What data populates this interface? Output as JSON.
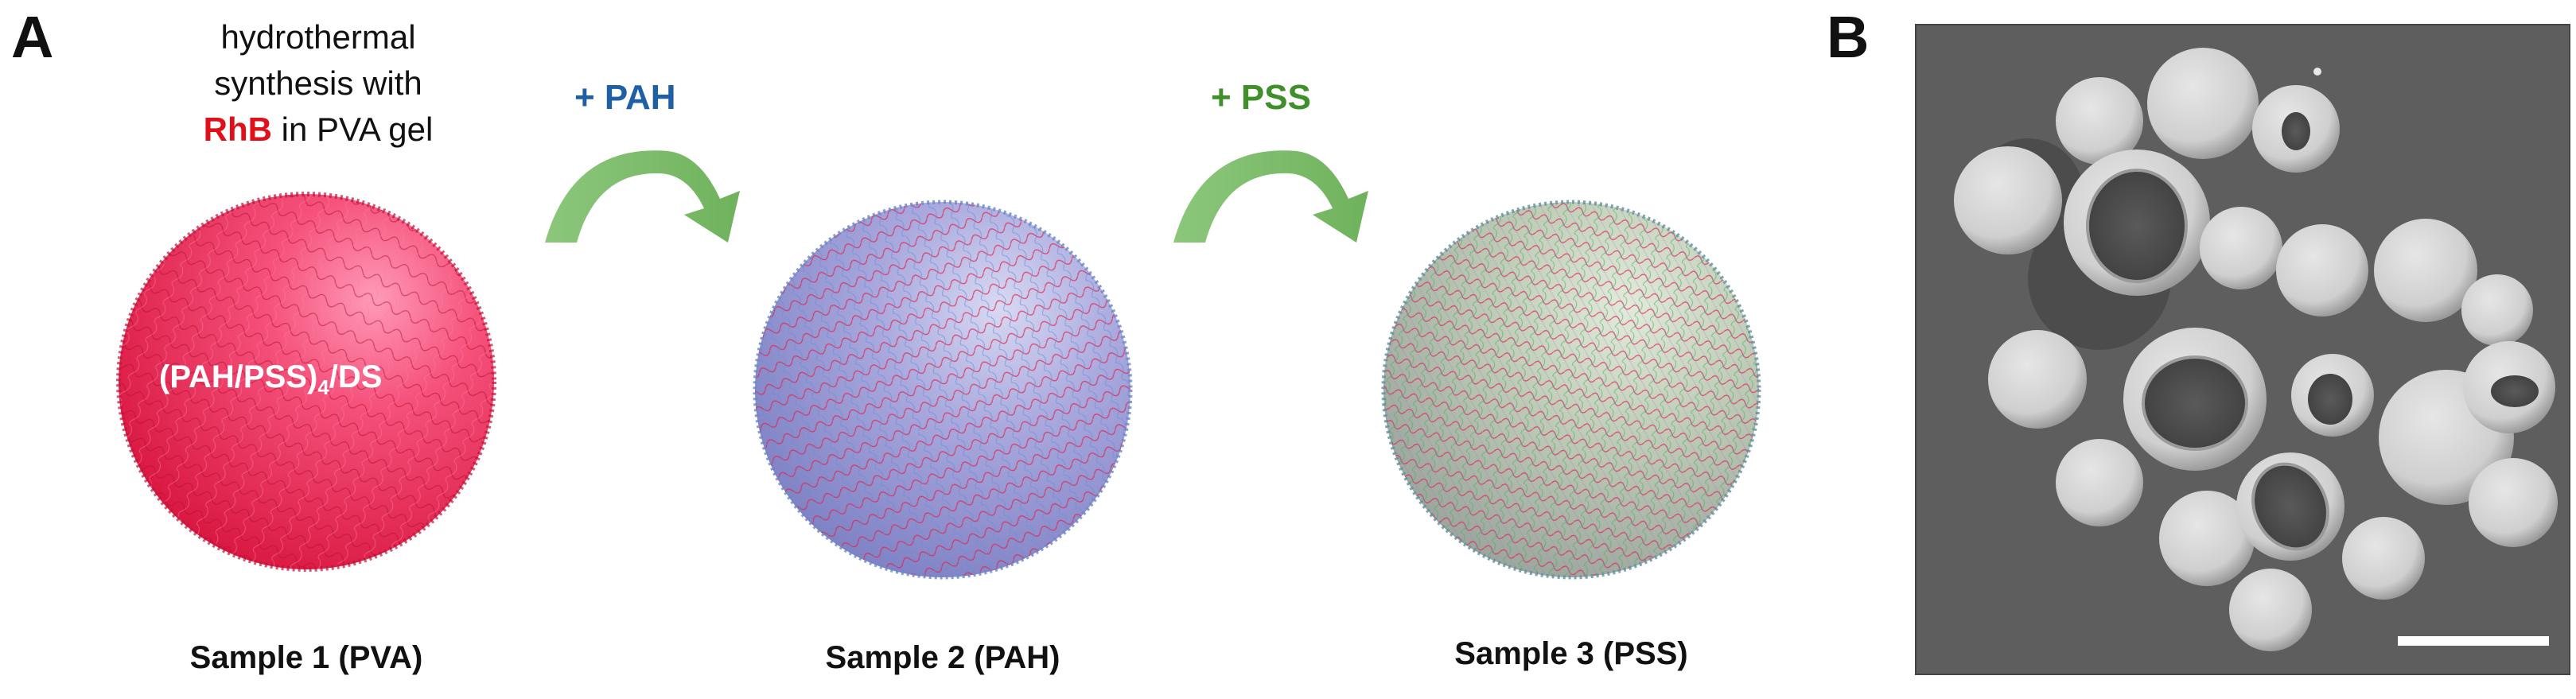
{
  "panel_a": {
    "letter": "A",
    "intro": {
      "line1": "hydrothermal",
      "line2": "synthesis with",
      "highlight": "RhB",
      "line3_rest": " in PVA gel"
    },
    "sphere_label_main": "(PAH/PSS)",
    "sphere_label_sub": "4",
    "sphere_label_tail": "/DS",
    "steps": [
      {
        "label": "+ PAH",
        "color": "#1f5fa6"
      },
      {
        "label": "+ PSS",
        "color": "#3f8f2a"
      }
    ],
    "samples": [
      "Sample 1 (PVA)",
      "Sample 2 (PAH)",
      "Sample 3 (PSS)"
    ],
    "colors": {
      "rhb": "#e0101a",
      "arrow": "#7dbd6c",
      "sphere_pink": "#f0406a",
      "coat_blue": "#8c9fd4",
      "coat_green": "#9ccaa0"
    }
  },
  "panel_b": {
    "letter": "B"
  }
}
